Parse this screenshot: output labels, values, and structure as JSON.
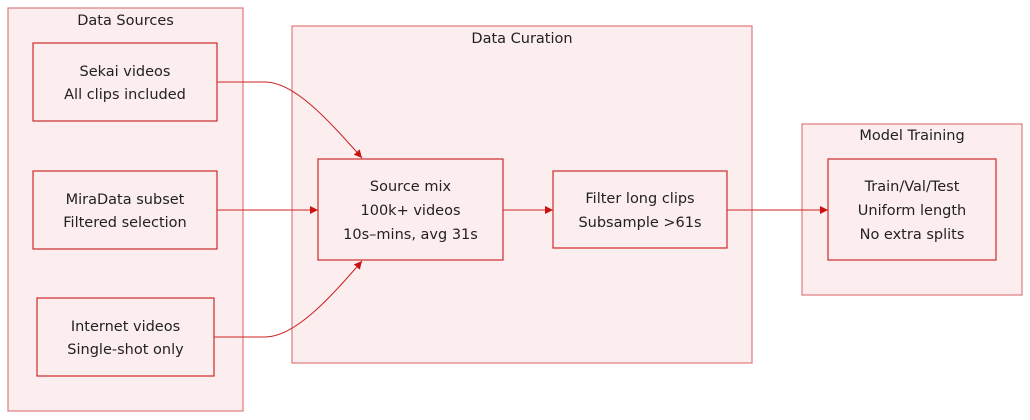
{
  "clusters": {
    "sources": {
      "title": "Data Sources"
    },
    "curation": {
      "title": "Data Curation"
    },
    "training": {
      "title": "Model Training"
    }
  },
  "nodes": {
    "sekai": {
      "line1": "Sekai videos",
      "line2": "All clips included"
    },
    "miradata": {
      "line1": "MiraData subset",
      "line2": "Filtered selection"
    },
    "internet": {
      "line1": "Internet videos",
      "line2": "Single-shot only"
    },
    "source_mix": {
      "line1": "Source mix",
      "line2": "100k+ videos",
      "line3": "10s–mins, avg 31s"
    },
    "filter": {
      "line1": "Filter long clips",
      "line2": "Subsample >61s"
    },
    "train": {
      "line1": "Train/Val/Test",
      "line2": "Uniform length",
      "line3": "No extra splits"
    }
  },
  "colors": {
    "cluster_fill": "#fcedee",
    "cluster_stroke": "#e07a7a",
    "node_stroke": "#cc2b2b",
    "edge": "#cc2222"
  }
}
